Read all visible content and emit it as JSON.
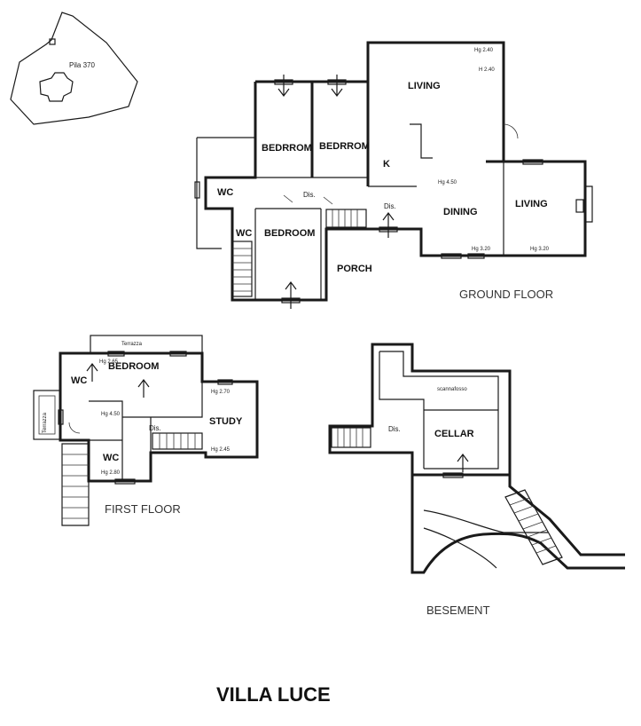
{
  "site": {
    "label": "Pila 370"
  },
  "ground_floor": {
    "label": "GROUND FLOOR",
    "rooms": {
      "bedroom1": "BEDRROM",
      "bedroom2": "BEDRROM",
      "living1": "LIVING",
      "kitchen": "K",
      "wc1": "WC",
      "wc2": "WC",
      "dis1": "Dis.",
      "bedroom3": "BEDROOM",
      "porch": "PORCH",
      "dis2": "Dis.",
      "dining": "DINING",
      "living2": "LIVING"
    },
    "heights": {
      "h1": "Hg 2.40",
      "h2": "H 2.40",
      "h3": "Hg 4.50",
      "h4": "Hg 3.20",
      "h5": "Hg 3.20"
    }
  },
  "first_floor": {
    "label": "FIRST FLOOR",
    "rooms": {
      "terrace_top": "Terrazza",
      "terrace_side": "Terrazza",
      "bedroom": "BEDROOM",
      "wc1": "WC",
      "study": "STUDY",
      "dis": "Dis.",
      "wc2": "WC"
    },
    "heights": {
      "h1": "Hg 2.65",
      "h2": "Hg 2.70",
      "h3": "Hg 4.50",
      "h4": "Hg 2.45",
      "h5": "Hg 2.80"
    }
  },
  "basement": {
    "label": "BESEMENT",
    "rooms": {
      "dis": "Dis.",
      "cellar": "CELLAR",
      "scannafosso": "scannafosso"
    }
  },
  "title": "VILLA LUCE"
}
